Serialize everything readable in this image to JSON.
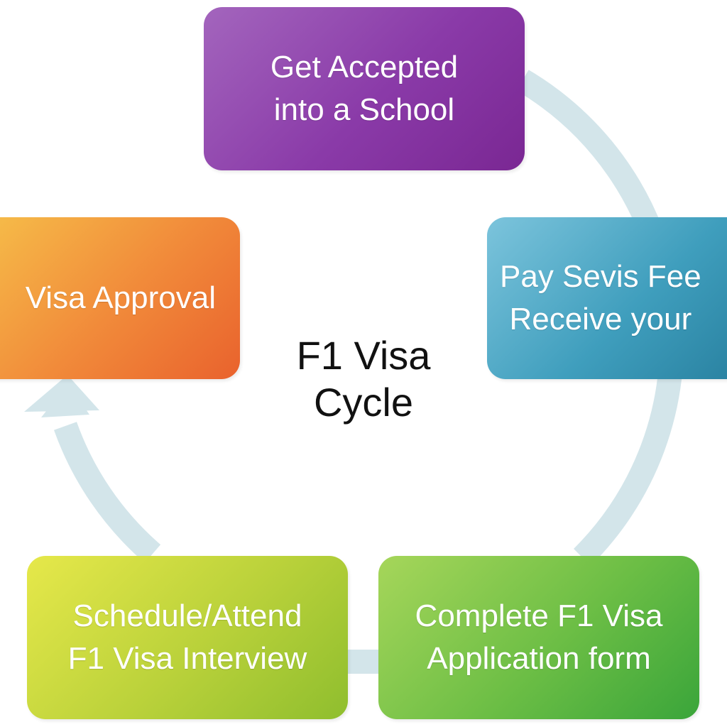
{
  "diagram": {
    "center_label": "F1 Visa\nCycle",
    "arrow_color": "#d3e5ea",
    "steps": [
      {
        "id": "accepted",
        "label": "Get Accepted\ninto a School",
        "color": "#8a3aa8"
      },
      {
        "id": "sevis",
        "label": "Pay Sevis Fee\nReceive your",
        "color": "#3f9ebd"
      },
      {
        "id": "complete",
        "label": "Complete F1 Visa\nApplication form",
        "color": "#6cbe45"
      },
      {
        "id": "interview",
        "label": "Schedule/Attend\nF1 Visa Interview",
        "color": "#b9d13a"
      },
      {
        "id": "approval",
        "label": "Visa Approval",
        "color": "#f18a3a"
      }
    ]
  }
}
